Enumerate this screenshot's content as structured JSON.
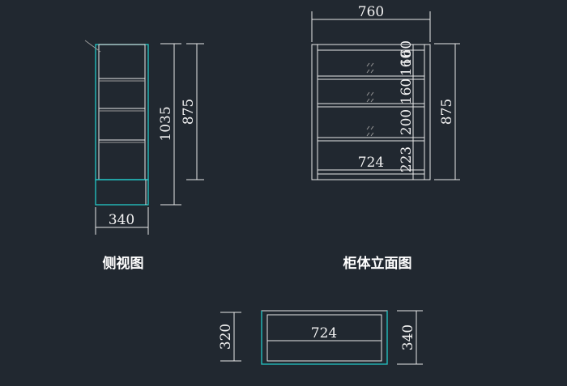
{
  "theme": {
    "background": "#212830",
    "line": "#e8e8e8",
    "cyan": "#22c8c8",
    "text": "#f2f2f2"
  },
  "side_view": {
    "title": "侧视图",
    "width_label": "340",
    "height_outer_label": "1035",
    "height_inner_label": "875"
  },
  "front_view": {
    "title": "柜体立面图",
    "width_outer_label": "760",
    "width_inner_label": "724",
    "height_label": "875",
    "shelf_labels": [
      "160",
      "160",
      "160",
      "200",
      "223"
    ]
  },
  "top_view": {
    "width_label": "724",
    "depth_left_label": "320",
    "depth_right_label": "340"
  }
}
